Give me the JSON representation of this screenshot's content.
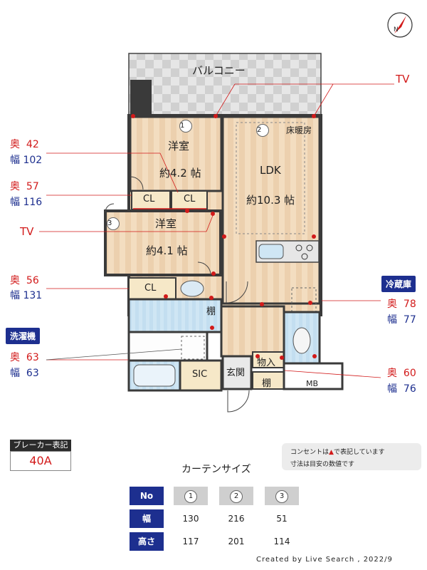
{
  "rooms": {
    "balcony": "バルコニー",
    "western1_name": "洋室",
    "western1_size": "約4.2 帖",
    "western2_name": "洋室",
    "western2_size": "約4.1 帖",
    "ldk_name": "LDK",
    "ldk_size": "約10.3 帖",
    "floor_heating": "床暖房",
    "cl1": "CL",
    "cl2": "CL",
    "cl3": "CL",
    "shelf1": "棚",
    "shelf2": "棚",
    "storage": "物入",
    "entrance": "玄関",
    "sic": "SIC",
    "mb": "MB",
    "window_no1": "1",
    "window_no2": "2",
    "window_no3": "3"
  },
  "side_labels": {
    "tv_right": "TV",
    "tv_left": "TV",
    "label_depth": "奥",
    "label_width": "幅",
    "cl_a_depth": "42",
    "cl_a_width": "102",
    "cl_b_depth": "57",
    "cl_b_width": "116",
    "cl_c_depth": "56",
    "cl_c_width": "131",
    "washer_title": "洗濯機",
    "washer_depth": "63",
    "washer_width": "63",
    "fridge_title": "冷蔵庫",
    "fridge_depth": "78",
    "fridge_width": "77",
    "storage_depth": "60",
    "storage_width": "76"
  },
  "breaker": {
    "title": "ブレーカー表記",
    "value": "40A"
  },
  "note": {
    "line1_a": "コンセントは",
    "line1_b": "で表記しています",
    "line2": "寸法は目安の数値です"
  },
  "curtain": {
    "title": "カーテンサイズ",
    "header_no": "No",
    "header_width": "幅",
    "header_height": "高さ",
    "nos": [
      "1",
      "2",
      "3"
    ],
    "widths": [
      "130",
      "216",
      "51"
    ],
    "heights": [
      "117",
      "201",
      "114"
    ]
  },
  "credit": "Created by Live Search , 2022/9",
  "colors": {
    "accent_blue": "#1d2f8f",
    "accent_red": "#d21a1a",
    "floor": "#f2dcc0",
    "wet_area": "#cfe6f4"
  }
}
